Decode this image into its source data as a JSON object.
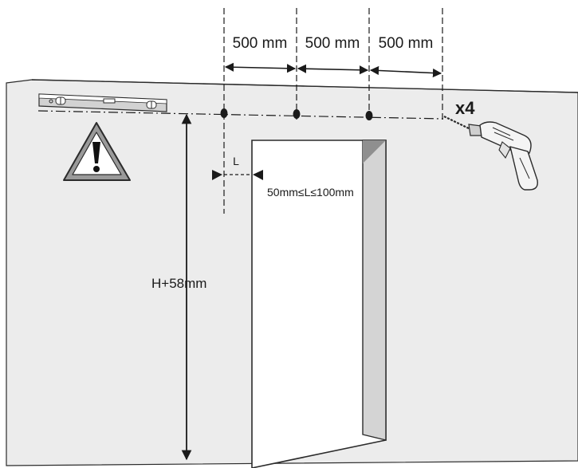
{
  "spacings": [
    "500 mm",
    "500 mm",
    "500 mm"
  ],
  "hole_count_label": "x4",
  "edge_distance_symbol": "L",
  "edge_distance_range": "50mm≤L≤100mm",
  "height_label": "H+58mm",
  "colors": {
    "wall": "#ececec",
    "wall_stroke": "#2b2b2b",
    "opening": "#ffffff",
    "reveal": "#d4d4d4",
    "reveal_dark": "#8f8f8f",
    "line": "#1a1a1a"
  },
  "icons": [
    "spirit-level-icon",
    "warning-triangle-icon",
    "drill-icon"
  ]
}
